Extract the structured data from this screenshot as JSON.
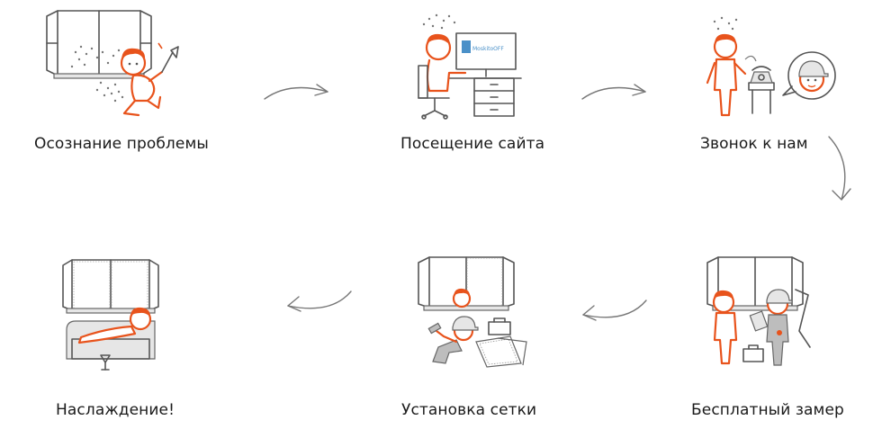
{
  "steps": [
    {
      "label": "Осознание проблемы"
    },
    {
      "label": "Посещение сайта"
    },
    {
      "label": "Звонок к нам"
    },
    {
      "label": "Бесплатный замер"
    },
    {
      "label": "Установка сетки"
    },
    {
      "label": "Наслаждение!"
    }
  ],
  "monitor_logo": "MoskitoOFF",
  "colors": {
    "accent": "#e8531c",
    "outline": "#555555",
    "text": "#1a1a1a"
  },
  "icons": [
    "window-mosquito-icon",
    "computer-desk-icon",
    "phone-call-icon",
    "measurement-icon",
    "installation-icon",
    "relaxing-icon"
  ]
}
